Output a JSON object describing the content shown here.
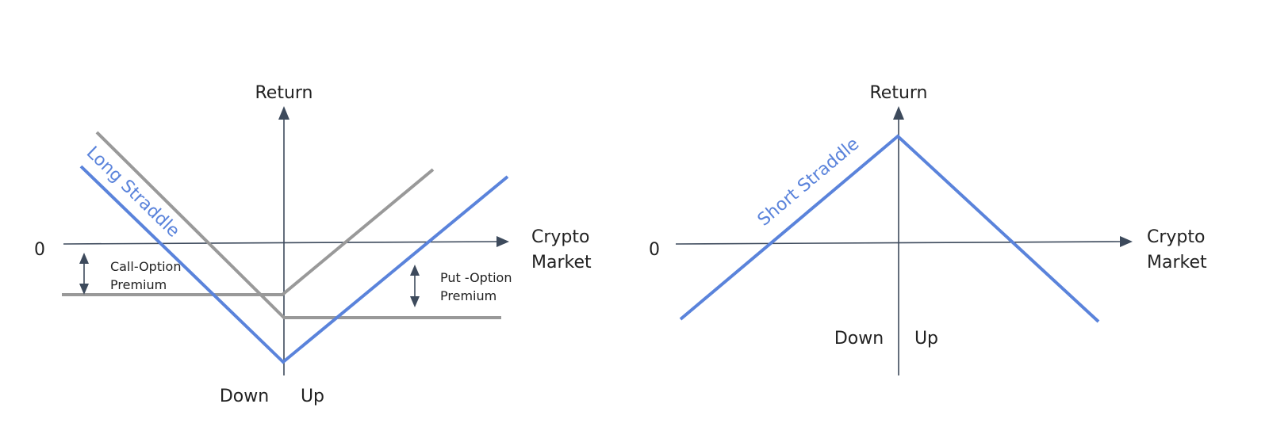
{
  "colors": {
    "axis": "#3d4a5c",
    "option_legs": "#999999",
    "straddle": "#5a83db",
    "text": "#222222",
    "background": "#ffffff"
  },
  "long_straddle_diagram": {
    "y_axis_label": "Return",
    "x_axis_label_line1": "Crypto",
    "x_axis_label_line2": "Market",
    "zero_label": "0",
    "down_label": "Down",
    "up_label": "Up",
    "strategy_label": "Long Straddle",
    "call_premium_line1": "Call-Option",
    "call_premium_line2": "Premium",
    "put_premium_line1": "Put -Option",
    "put_premium_line2": "Premium"
  },
  "short_straddle_diagram": {
    "y_axis_label": "Return",
    "x_axis_label_line1": "Crypto",
    "x_axis_label_line2": "Market",
    "zero_label": "0",
    "down_label": "Down",
    "up_label": "Up",
    "strategy_label": "Short Straddle"
  },
  "icons": {
    "axis_arrow": "arrow-icon",
    "premium_marker": "double-arrow-icon"
  }
}
